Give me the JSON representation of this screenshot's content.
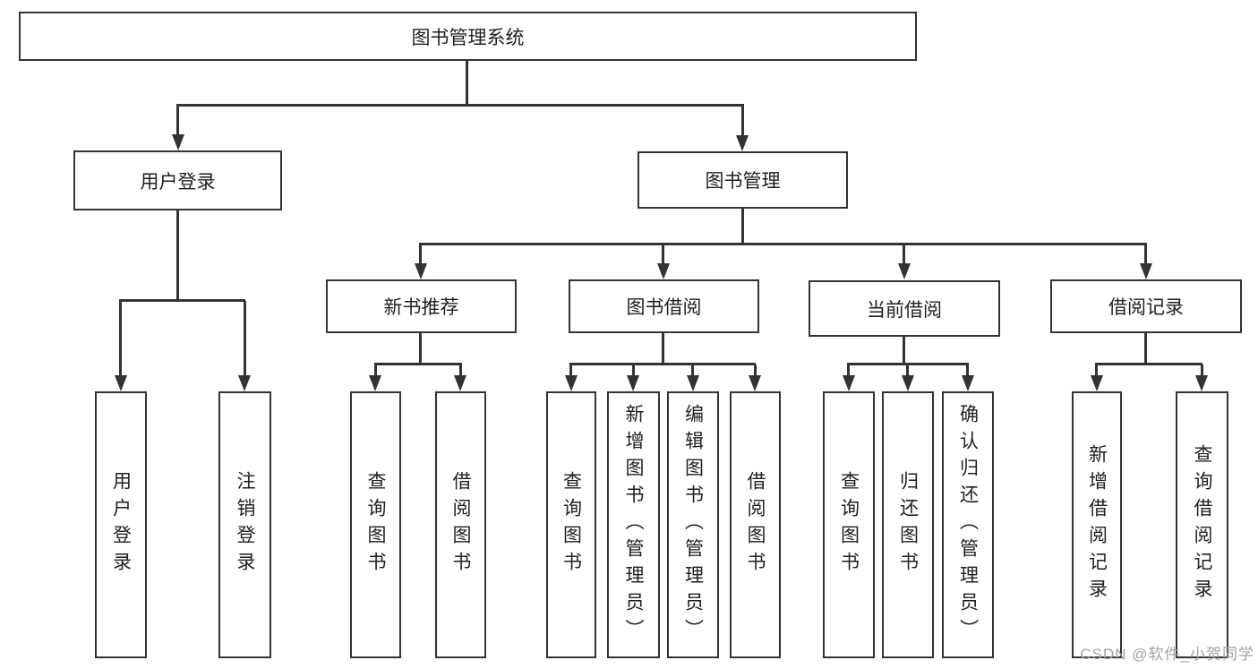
{
  "colors": {
    "background": "#ffffff",
    "line": "#333333",
    "box_border": "#333333",
    "box_fill": "#ffffff",
    "text": "#1f1f1f",
    "watermark": "#a3a3a3"
  },
  "tree": {
    "root": {
      "label": "图书管理系统"
    },
    "branches": [
      {
        "label": "用户登录",
        "children": [
          {
            "label": "用户登录"
          },
          {
            "label": "注销登录"
          }
        ]
      },
      {
        "label": "图书管理",
        "children": [
          {
            "label": "新书推荐",
            "children": [
              {
                "label": "查询图书"
              },
              {
                "label": "借阅图书"
              }
            ]
          },
          {
            "label": "图书借阅",
            "children": [
              {
                "label": "查询图书"
              },
              {
                "label": "新增图书（管理员）"
              },
              {
                "label": "编辑图书（管理员）"
              },
              {
                "label": "借阅图书"
              }
            ]
          },
          {
            "label": "当前借阅",
            "children": [
              {
                "label": "查询图书"
              },
              {
                "label": "归还图书"
              },
              {
                "label": "确认归还（管理员）"
              }
            ]
          },
          {
            "label": "借阅记录",
            "children": [
              {
                "label": "新增借阅记录"
              },
              {
                "label": "查询借阅记录"
              }
            ]
          }
        ]
      }
    ]
  },
  "watermark": "CSDN @软件_小贺同学"
}
